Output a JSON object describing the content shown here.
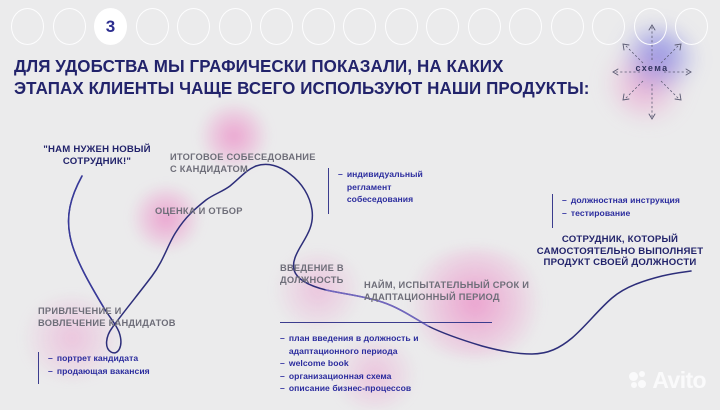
{
  "slide": {
    "background_color": "#ebebec",
    "accent_navy": "#22236b",
    "accent_blue": "#2b2c9e",
    "label_gray": "#6e6e79",
    "glow_pink": "#ec78be"
  },
  "progress": {
    "total_steps": 17,
    "active_index": 3,
    "active_label": "3"
  },
  "headline": {
    "line1": "ДЛЯ УДОБСТВА МЫ ГРАФИЧЕСКИ ПОКАЗАЛИ, НА КАКИХ",
    "line2": "ЭТАПАХ КЛИЕНТЫ ЧАЩЕ ВСЕГО ИСПОЛЬЗУЮТ НАШИ ПРОДУКТЫ:"
  },
  "scheme_badge": {
    "word": "схема"
  },
  "stages": [
    {
      "id": "need-employee",
      "text": "\"НАМ НУЖЕН НОВЫЙ\nСОТРУДНИК!\"",
      "style": "dark"
    },
    {
      "id": "final-interview",
      "text": "ИТОГОВОЕ СОБЕСЕДОВАНИЕ\nС КАНДИДАТОМ",
      "style": "gray"
    },
    {
      "id": "assessment-selection",
      "text": "ОЦЕНКА И ОТБОР",
      "style": "gray"
    },
    {
      "id": "attract-engage",
      "text": "ПРИВЛЕЧЕНИЕ И\nВОВЛЕЧЕНИЕ КАНДИДАТОВ",
      "style": "gray"
    },
    {
      "id": "onboarding-intro",
      "text": "ВВЕДЕНИЕ В\nДОЛЖНОСТЬ",
      "style": "gray"
    },
    {
      "id": "hiring-probation",
      "text": "НАЙМ, ИСПЫТАТЕЛЬНЫЙ СРОК И\nАДАПТАЦИОННЫЙ ПЕРИОД",
      "style": "gray"
    },
    {
      "id": "independent-employee",
      "text": "СОТРУДНИК, КОТОРЫЙ\nСАМОСТОЯТЕЛЬНО ВЫПОЛНЯЕТ\nПРОДУКТ СВОЕЙ ДОЛЖНОСТИ",
      "style": "dark"
    }
  ],
  "bullet_groups": [
    {
      "id": "interview-products",
      "rule": "left",
      "items": [
        "индивидуальный\nрегламент\nсобеседования"
      ]
    },
    {
      "id": "role-products",
      "rule": "left",
      "items": [
        "должностная инструкция",
        "тестирование"
      ]
    },
    {
      "id": "attraction-products",
      "rule": "left",
      "items": [
        "портрет кандидата",
        "продающая вакансия"
      ]
    },
    {
      "id": "onboarding-products",
      "rule": "top",
      "items": [
        "план введения в должность и\nадаптационного периода",
        "welcome book",
        "организационная схема",
        "описание бизнес-процессов"
      ]
    }
  ],
  "bullet_dash": "–",
  "watermark": {
    "text": "Avito"
  }
}
